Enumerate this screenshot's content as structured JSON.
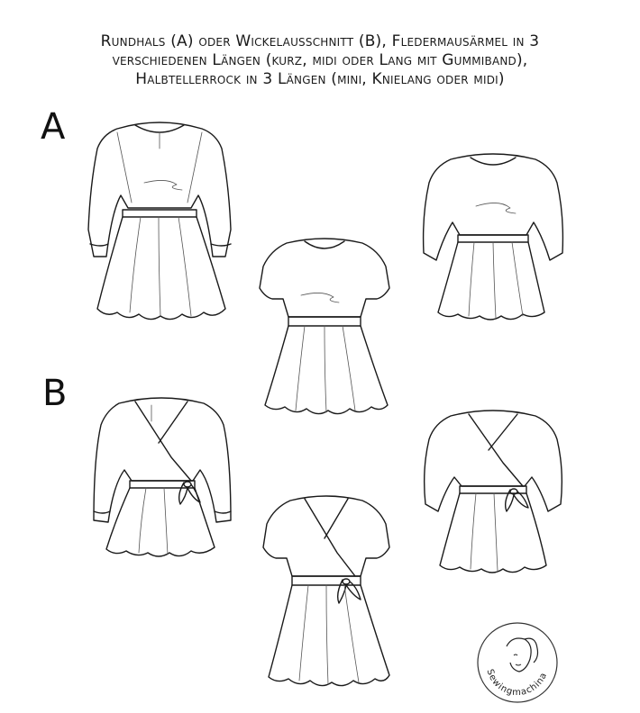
{
  "header": {
    "line1": "Rundhals (A) oder Wickelausschnitt (B), Fledermausärmel in 3",
    "line2": "verschiedenen Längen (kurz, midi oder Lang mit Gummiband),",
    "line3": "Halbtellerrock in 3 Längen (mini, Knielang oder midi)"
  },
  "variants": {
    "a_label": "A",
    "b_label": "B"
  },
  "logo": {
    "text": "Sewingmachina"
  }
}
